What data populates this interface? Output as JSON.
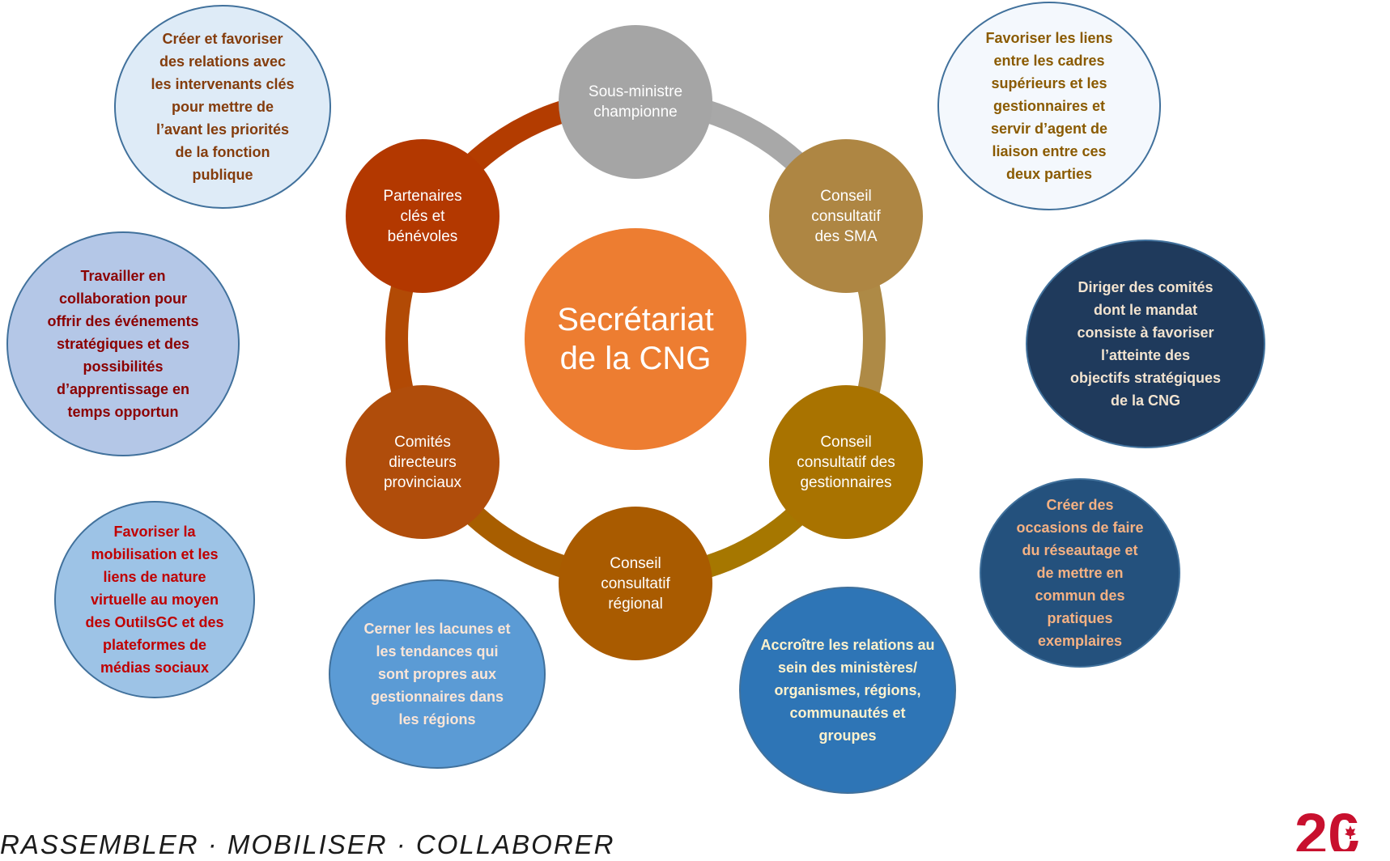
{
  "hub": {
    "label": "Secrétariat\nde la CNG",
    "color": "#ED7D31"
  },
  "ring": [
    {
      "id": "sous-ministre",
      "label": "Sous-ministre\nchampionne",
      "color": "#A5A5A5"
    },
    {
      "id": "conseil-sma",
      "label": "Conseil\nconsultatif\ndes SMA",
      "color": "#AE8643"
    },
    {
      "id": "conseil-gestionnaires",
      "label": "Conseil\nconsultatif des\ngestionnaires",
      "color": "#A97300"
    },
    {
      "id": "conseil-regional",
      "label": "Conseil\nconsultatif\nrégional",
      "color": "#A95B00"
    },
    {
      "id": "comites-directeurs",
      "label": "Comités\ndirecteurs\nprovinciaux",
      "color": "#B04D0B"
    },
    {
      "id": "partenaires",
      "label": "Partenaires\nclés et\nbénévoles",
      "color": "#B33800"
    }
  ],
  "outer": [
    {
      "id": "relations-intervenants",
      "text": "Créer et favoriser\ndes relations avec\nles intervenants clés\npour mettre de\nl’avant les priorités\nde la fonction\npublique",
      "fill": "#DEEBF7",
      "text_color": "#843C0C"
    },
    {
      "id": "liens-cadres",
      "text": "Favoriser les liens\nentre les cadres\nsupérieurs et les\ngestionnaires et\nservir d’agent de\nliaison entre ces\ndeux parties",
      "fill": "#F4F8FD",
      "text_color": "#8A5A00"
    },
    {
      "id": "collaboration-evenements",
      "text": "Travailler en\ncollaboration pour\noffrir des événements\nstratégiques et des\npossibilités\nd’apprentissage en\ntemps opportun",
      "fill": "#B4C7E7",
      "text_color": "#8B0000"
    },
    {
      "id": "diriger-comites",
      "text": "Diriger des comités\ndont le mandat\nconsiste à favoriser\nl’atteinte des\nobjectifs stratégiques\nde la CNG",
      "fill": "#1F3A5C",
      "text_color": "#F2E3CF"
    },
    {
      "id": "mobilisation-virtuelle",
      "text": "Favoriser la\nmobilisation et les\nliens de nature\nvirtuelle au moyen\ndes OutilsGC et des\nplateformes de\nmédias sociaux",
      "fill": "#9DC3E6",
      "text_color": "#C00000"
    },
    {
      "id": "reseautage",
      "text": "Créer des\noccasions de faire\ndu réseautage et\nde mettre en\ncommun des\npratiques\nexemplaires",
      "fill": "#24517D",
      "text_color": "#F4B183"
    },
    {
      "id": "lacunes-tendances",
      "text": "Cerner les lacunes et\nles tendances qui\nsont propres aux\ngestionnaires dans\nles régions",
      "fill": "#5B9BD5",
      "text_color": "#FBE5D6"
    },
    {
      "id": "relations-ministeres",
      "text": "Accroître les relations au\nsein des ministères/\norganismes, régions,\ncommunautés et\ngroupes",
      "fill": "#2E75B6",
      "text_color": "#FFF2CC"
    }
  ],
  "arc_colors": [
    "#A8A8A8",
    "#AE8A46",
    "#A67700",
    "#A85E00",
    "#B24A05",
    "#B33C00"
  ],
  "footer": {
    "slogan": "RASSEMBLER · MOBILISER · COLLABORER"
  },
  "logo": {
    "text": "20",
    "color": "#C8102E"
  }
}
